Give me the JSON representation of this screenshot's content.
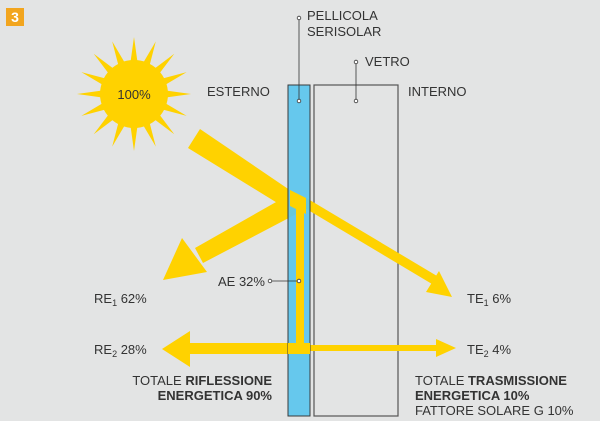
{
  "figure_number": "3",
  "colors": {
    "background": "#e3e4e4",
    "arrow": "#ffd200",
    "sun": "#ffd200",
    "film": "#5bc5ee",
    "badge": "#f2a51e",
    "glass_outline": "#555555",
    "text": "#333333"
  },
  "sun": {
    "percent": "100%"
  },
  "labels": {
    "film_line1": "PELLICOLA",
    "film_line2": "SERISOLAR",
    "glass": "VETRO",
    "outside": "ESTERNO",
    "inside": "INTERNO"
  },
  "flows": {
    "re1": {
      "prefix": "RE",
      "sub": "1",
      "value": " 62%"
    },
    "re2": {
      "prefix": "RE",
      "sub": "2",
      "value": " 28%"
    },
    "te1": {
      "prefix": "TE",
      "sub": "1",
      "value": " 6%"
    },
    "te2": {
      "prefix": "TE",
      "sub": "2",
      "value": " 4%"
    },
    "ae": "AE 32%"
  },
  "totals": {
    "reflection_prefix": "TOTALE ",
    "reflection_bold1": "RIFLESSIONE",
    "reflection_bold2": "ENERGETICA 90%",
    "transmission_prefix": "TOTALE ",
    "transmission_bold1": "TRASMISSIONE",
    "transmission_bold2": "ENERGETICA 10%",
    "solar_factor": "FATTORE SOLARE G 10%"
  }
}
